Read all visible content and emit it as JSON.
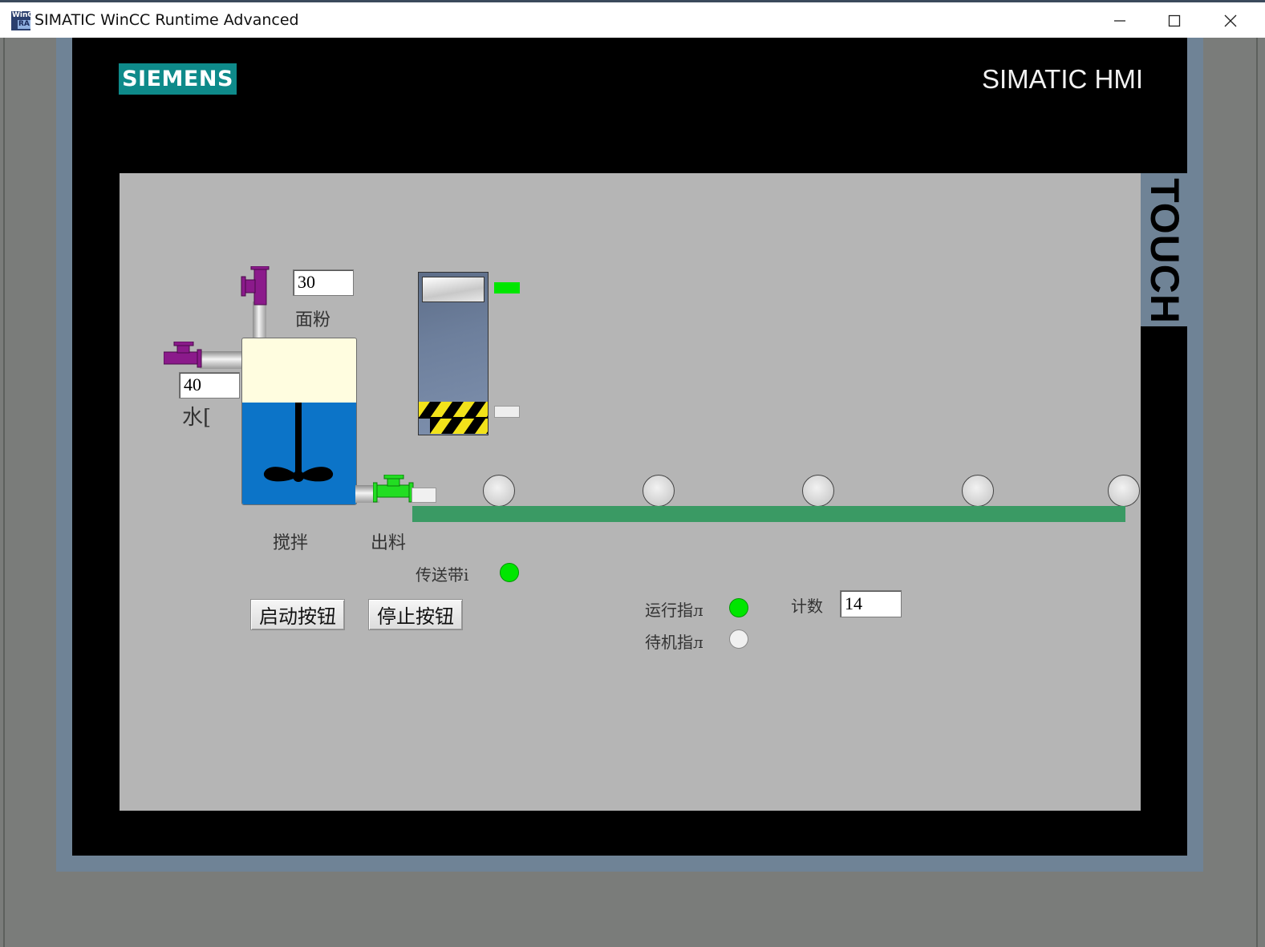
{
  "window": {
    "title": "SIMATIC WinCC Runtime Advanced",
    "icon_text_top": "WinC",
    "icon_text_bottom": "RA",
    "minimize_icon": "minimize-icon",
    "maximize_icon": "maximize-icon",
    "close_icon": "close-icon"
  },
  "panel": {
    "brand": "SIEMENS",
    "model": "SIMATIC HMI",
    "touch_label": "TOUCH",
    "brand_color": "#0e8a8a"
  },
  "process": {
    "flour_setpoint": "30",
    "flour_label": "面粉",
    "water_setpoint": "40",
    "water_label": "水[",
    "mixer_label": "搅拌",
    "discharge_label": "出料",
    "conveyor_label": "传送带i",
    "conveyor_lamp_color": "#00e600",
    "hopper_top_indicator_color": "#00e600",
    "hopper_bottom_indicator_color": "#eeeeee",
    "tank_liquid_color": "#0c74c8",
    "tank_empty_color": "#fffde0",
    "valve_inlet_color": "#8b1a8b",
    "valve_outlet_color": "#22dd22",
    "conveyor_color": "#3a9a64"
  },
  "controls": {
    "start_button": "启动按钮",
    "stop_button": "停止按钮"
  },
  "status": {
    "running_label": "运行指л",
    "running_color": "#00e600",
    "standby_label": "待机指л",
    "standby_color": "#f0f0f0",
    "count_label": "计数",
    "count_value": "14"
  }
}
